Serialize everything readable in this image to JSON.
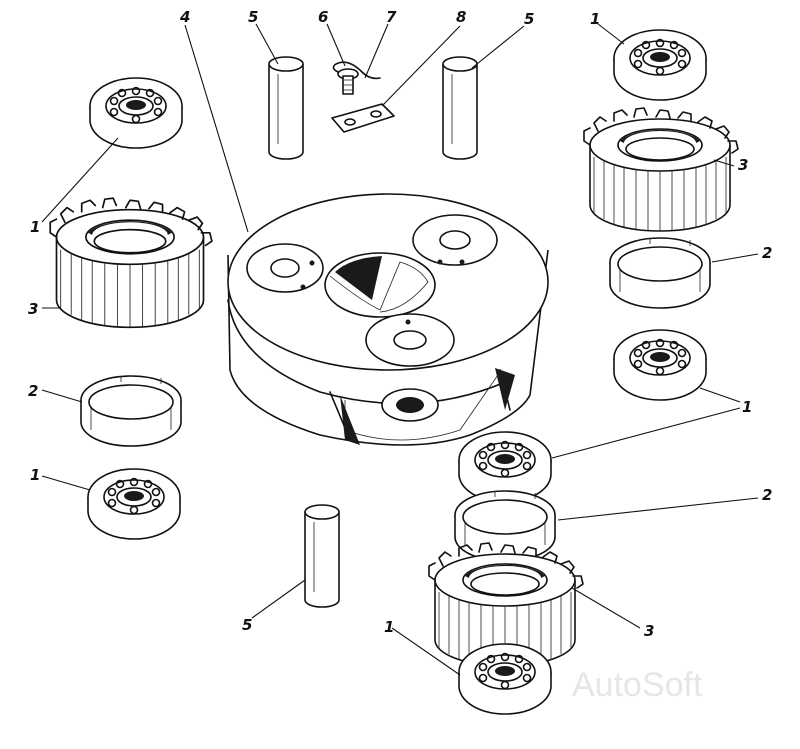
{
  "diagram": {
    "callouts": {
      "c1_top_right": "1",
      "c3_top_right": "3",
      "c2_right": "2",
      "c1_right_mid": "1",
      "c2_right_low": "2",
      "c3_bottom_right": "3",
      "c1_bottom": "1",
      "c5_bottom": "5",
      "c1_left_top": "1",
      "c3_left": "3",
      "c2_left": "2",
      "c1_left_bottom": "1",
      "c4_top": "4",
      "c5_top_left": "5",
      "c6_top": "6",
      "c7_top": "7",
      "c8_top": "8",
      "c5_top_right": "5"
    },
    "watermark": "AutoSoft"
  }
}
